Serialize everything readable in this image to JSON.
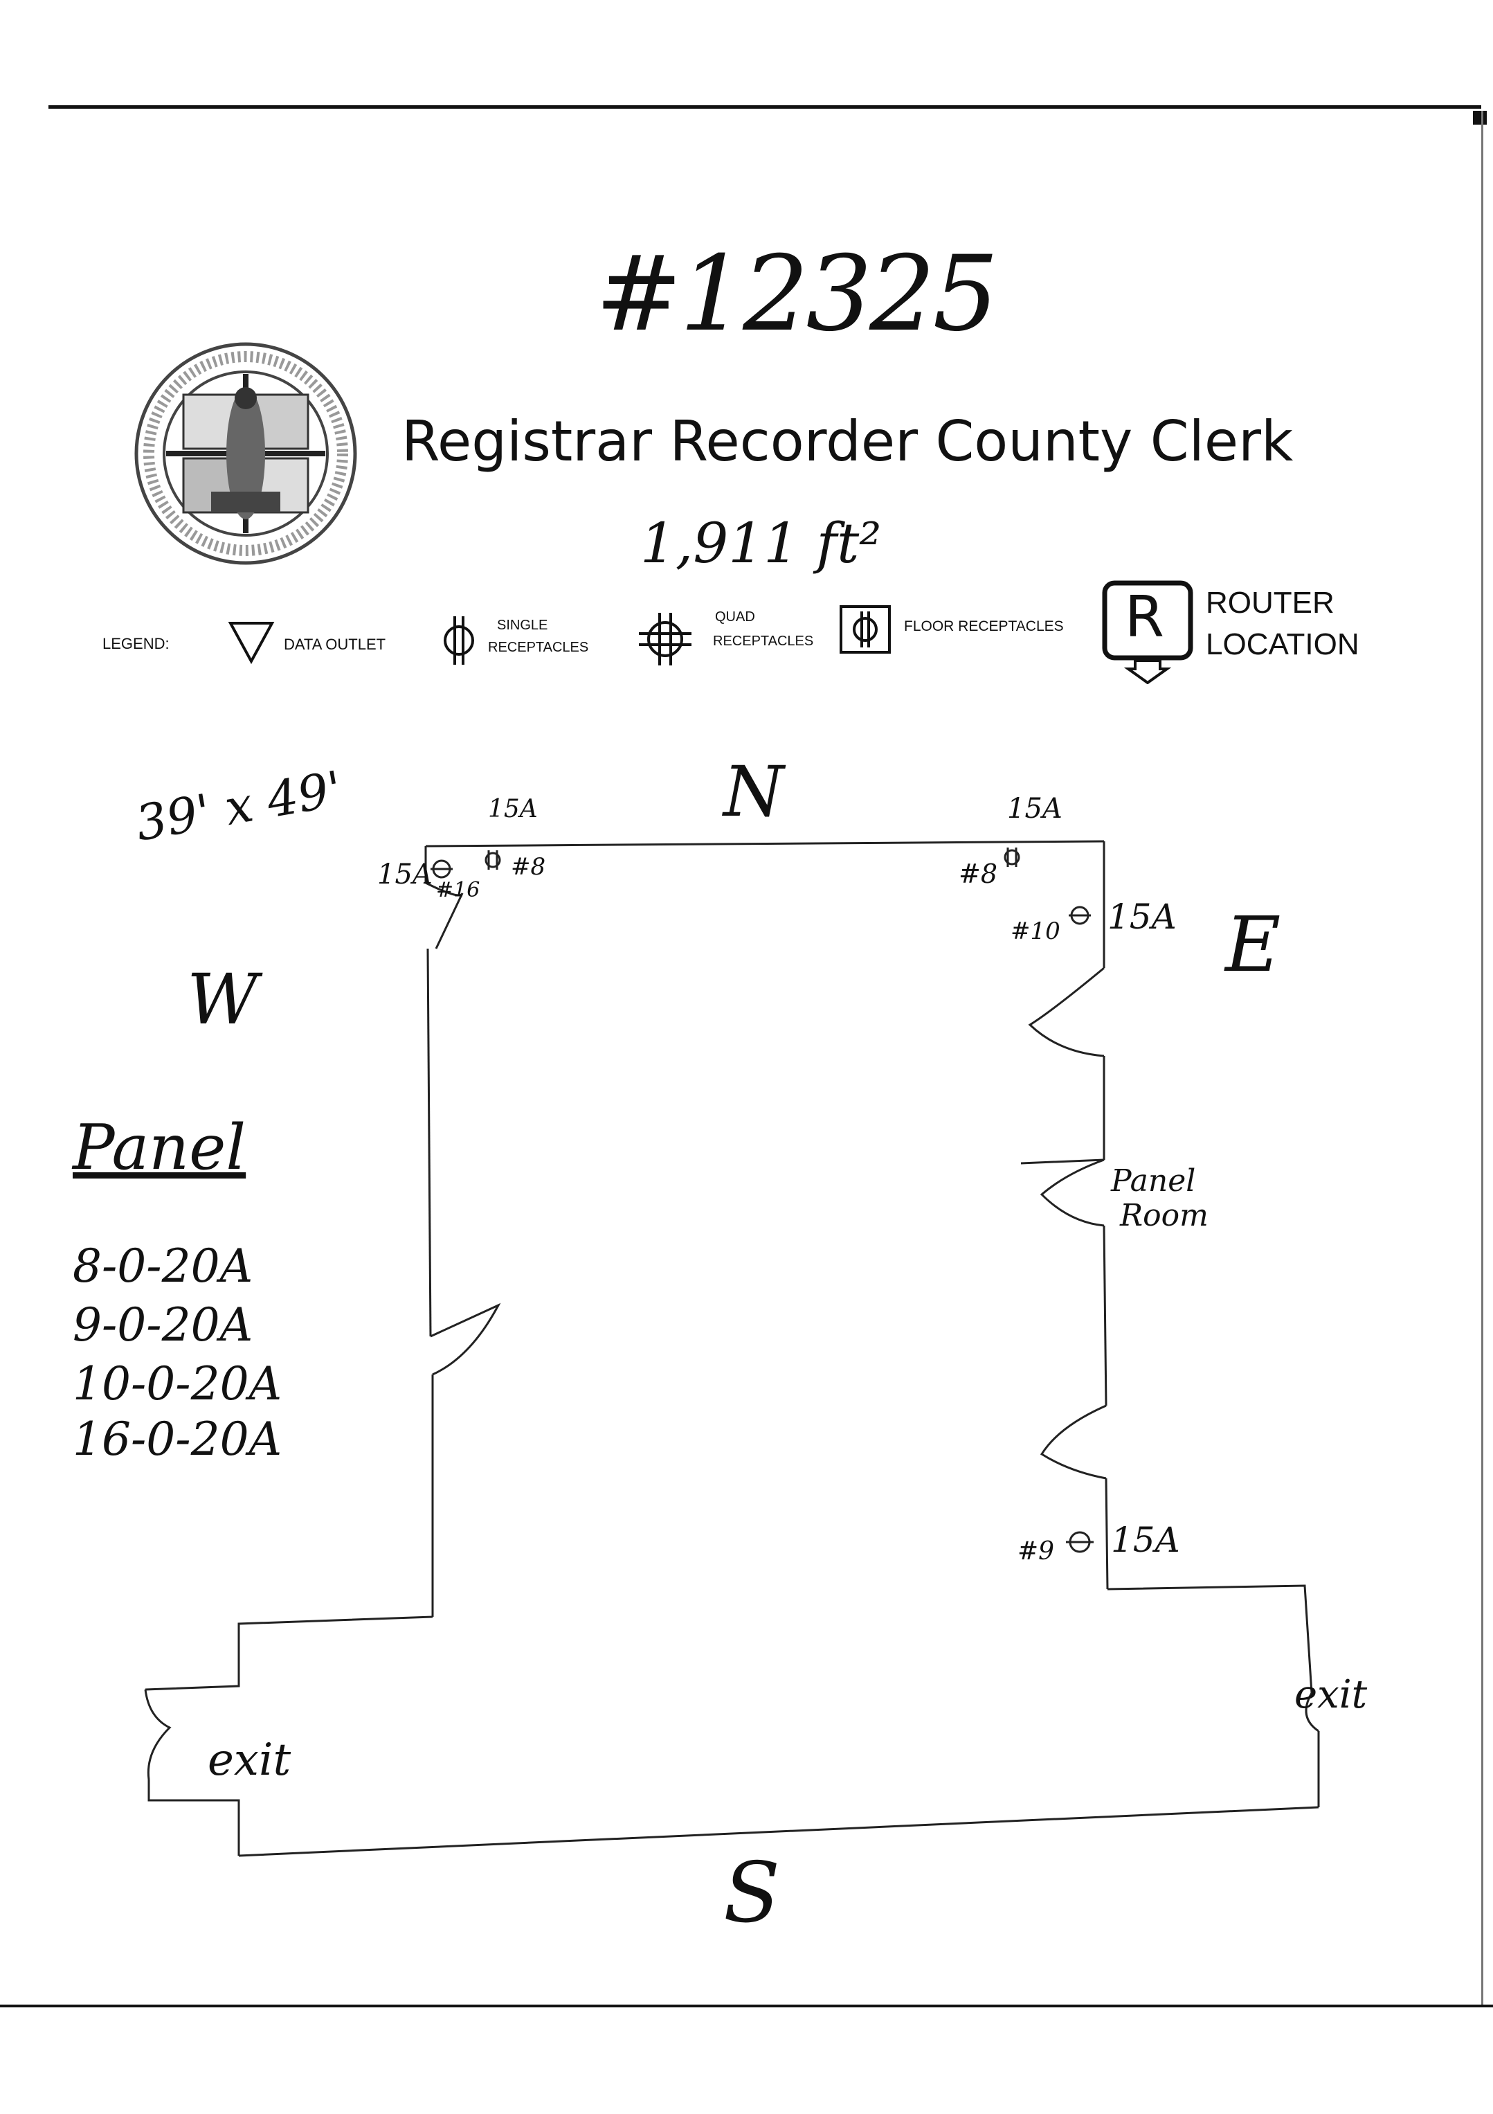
{
  "page": {
    "job_number": "#12325",
    "title": "Registrar Recorder County Clerk",
    "area": "1,911 ft²",
    "dimensions": "39' x 49'"
  },
  "legend": {
    "label": "LEGEND:",
    "data_outlet": "DATA OUTLET",
    "single_receptacles": [
      "SINGLE",
      "RECEPTACLES"
    ],
    "quad_receptacles": [
      "QUAD",
      "RECEPTACLES"
    ],
    "floor_receptacles": "FLOOR RECEPTACLES",
    "router_symbol": "R",
    "router_location": [
      "ROUTER",
      "LOCATION"
    ]
  },
  "compass": {
    "north": "N",
    "south": "S",
    "east": "E",
    "west": "W"
  },
  "panel": {
    "heading": "Panel",
    "circuits": [
      "8-0-20A",
      "9-0-20A",
      "10-0-20A",
      "16-0-20A"
    ]
  },
  "plan_labels": {
    "amp_top_left": "15A",
    "amp_left_outlet": "15A",
    "circuit_16": "#16",
    "circuit_8_left": "#8",
    "amp_top_right": "15A",
    "circuit_8_right": "#8",
    "circuit_10": "#10",
    "amp_right_10": "15A",
    "panel_room": [
      "Panel",
      "Room"
    ],
    "circuit_9": "#9",
    "amp_right_9": "15A",
    "exit_left": "exit",
    "exit_right": "exit"
  }
}
